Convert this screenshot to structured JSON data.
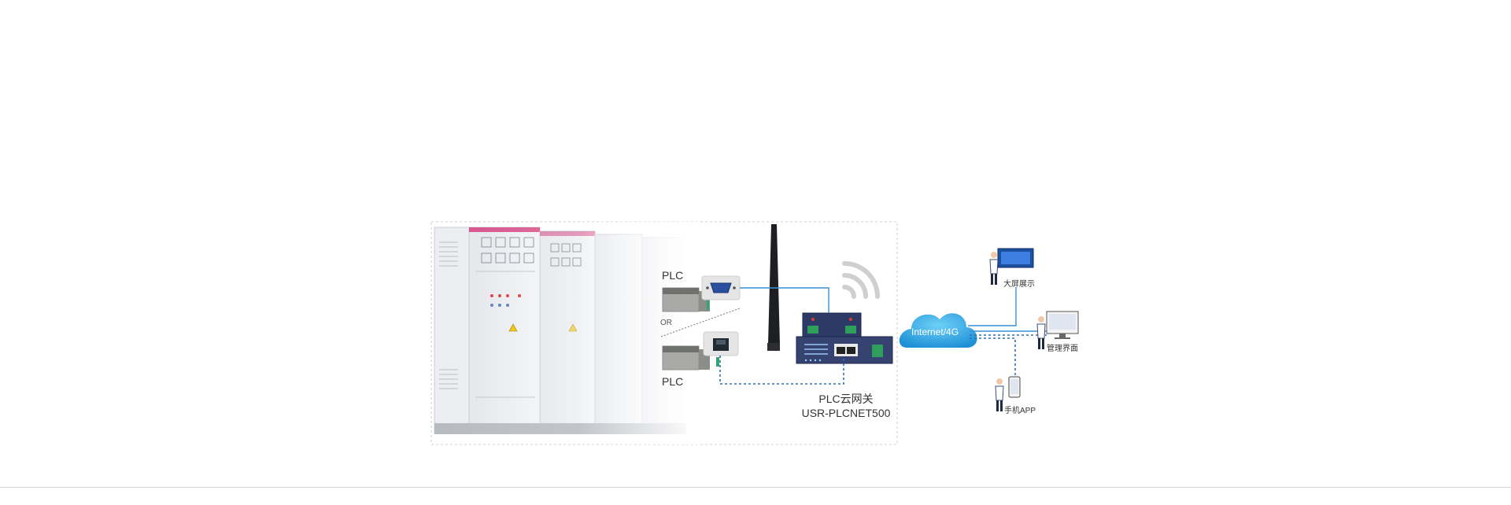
{
  "labels": {
    "plc_top": "PLC",
    "or": "OR",
    "plc_bottom": "PLC",
    "gateway_line1": "PLC云网关",
    "gateway_line2": "USR-PLCNET500",
    "cloud": "Internet/4G",
    "big_screen": "大屏展示",
    "management": "管理界面",
    "mobile_app": "手机APP"
  },
  "icons": {
    "cabinet": "electrical-cabinet-icon",
    "plc": "plc-module-icon",
    "serial_port": "db9-serial-port-icon",
    "ethernet_port": "rj45-port-icon",
    "antenna": "antenna-icon",
    "wifi": "wifi-signal-icon",
    "gateway": "gateway-device-icon",
    "cloud": "cloud-icon",
    "person_screen": "person-with-large-screen-icon",
    "person_pc": "person-with-monitor-icon",
    "person_phone": "person-with-phone-icon"
  },
  "colors": {
    "line_blue": "#3a8fd6",
    "dotted_blue": "#2f6fb3",
    "cloud_blue": "#2aa6e6",
    "gateway_navy": "#2e3a66",
    "cabinet_accent": "#d0206a",
    "frame_gray": "#d0d0d0"
  }
}
